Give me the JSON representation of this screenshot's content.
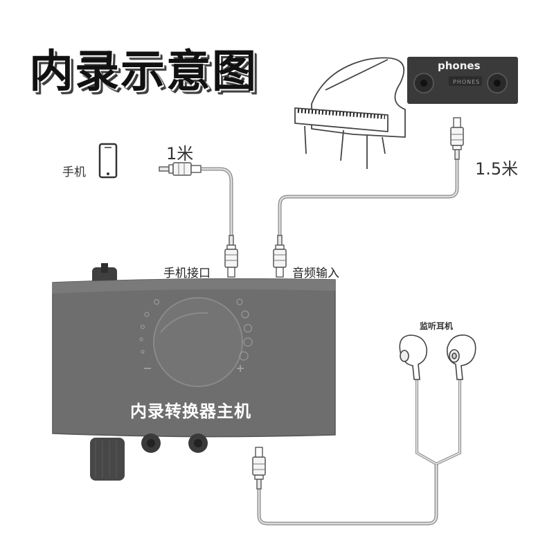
{
  "title": "内录示意图",
  "labels": {
    "phone": "手机",
    "cable_short": "1米",
    "cable_long": "1.5米",
    "port_phone": "手机接口",
    "port_audio": "音频输入",
    "monitor": "监听耳机",
    "device": "内录转换器主机",
    "phones_panel": "phones",
    "phones_print": "PHONES"
  },
  "icons": [
    "smartphone-icon",
    "piano-icon",
    "earphones-icon",
    "audio-plug-icon"
  ],
  "colors": {
    "device_body": "#6e6e6e",
    "device_face": "#7a7a7a",
    "panel": "#3a3a3a",
    "cable": "#9a9a9a",
    "title": "#111111"
  }
}
